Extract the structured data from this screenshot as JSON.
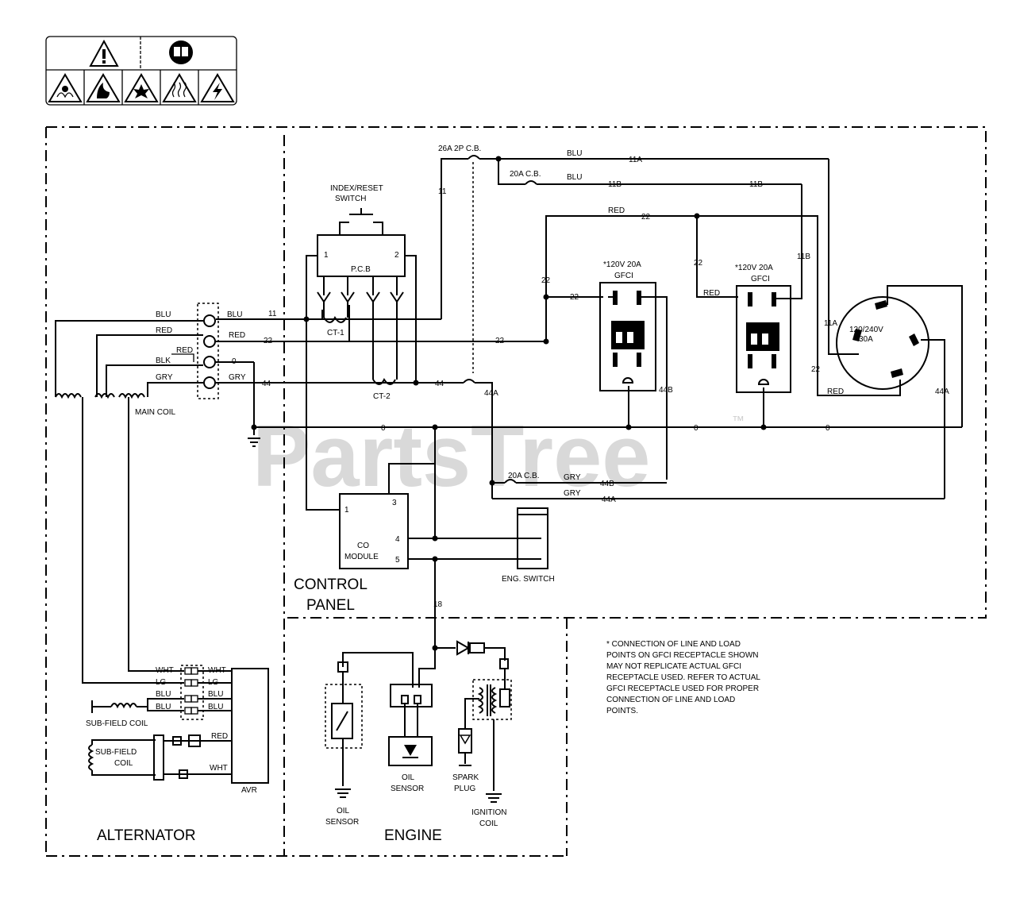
{
  "watermark": {
    "text": "PartsTree",
    "tm": "™"
  },
  "sections": {
    "alternator": "ALTERNATOR",
    "control_panel_1": "CONTROL",
    "control_panel_2": "PANEL",
    "engine": "ENGINE"
  },
  "components": {
    "index_reset_1": "INDEX/RESET",
    "index_reset_2": "SWITCH",
    "pcb": "P.C.B",
    "pcb_pin1": "1",
    "pcb_pin2": "2",
    "ct1": "CT-1",
    "ct2": "CT-2",
    "main_breaker": "26A 2P C.B.",
    "breaker_20a_top": "20A C.B.",
    "breaker_20a_bottom": "20A C.B.",
    "gfci1_1": "*120V 20A",
    "gfci1_2": "GFCI",
    "gfci2_1": "*120V 20A",
    "gfci2_2": "GFCI",
    "twistlock_1": "120/240V",
    "twistlock_2": "30A",
    "main_coil": "MAIN COIL",
    "co_module_1": "CO",
    "co_module_2": "MODULE",
    "co_pin1": "1",
    "co_pin3": "3",
    "co_pin4": "4",
    "co_pin5": "5",
    "eng_switch": "ENG. SWITCH",
    "sub_field_coil_1": "SUB-FIELD COIL",
    "sub_field_coil_2a": "SUB-FIELD",
    "sub_field_coil_2b": "COIL",
    "avr": "AVR",
    "oil_sensor_left_1": "OIL",
    "oil_sensor_left_2": "SENSOR",
    "oil_sensor_mid_1": "OIL",
    "oil_sensor_mid_2": "SENSOR",
    "spark_plug_1": "SPARK",
    "spark_plug_2": "PLUG",
    "ignition_coil_1": "IGNITION",
    "ignition_coil_2": "COIL"
  },
  "wires": {
    "blu": "BLU",
    "red": "RED",
    "blk": "BLK",
    "gry": "GRY",
    "wht": "WHT",
    "lg": "LG",
    "n11": "11",
    "n11a": "11A",
    "n11b": "11B",
    "n22": "22",
    "n44": "44",
    "n44a": "44A",
    "n44b": "44B",
    "n0": "0",
    "n18": "18"
  },
  "note": [
    "* CONNECTION OF LINE AND LOAD",
    "POINTS  ON GFCI  RECEPTACLE SHOWN",
    "MAY NOT REPLICATE ACTUAL GFCI",
    "RECEPTACLE USED.  REFER TO ACTUAL",
    "GFCI RECEPTACLE USED FOR PROPER",
    "CONNECTION OF LINE AND LOAD",
    "POINTS."
  ],
  "warning_icons": [
    "warning-icon",
    "manual-icon",
    "fumes-icon",
    "fire-icon",
    "explosion-icon",
    "hot-surface-icon",
    "shock-icon"
  ]
}
